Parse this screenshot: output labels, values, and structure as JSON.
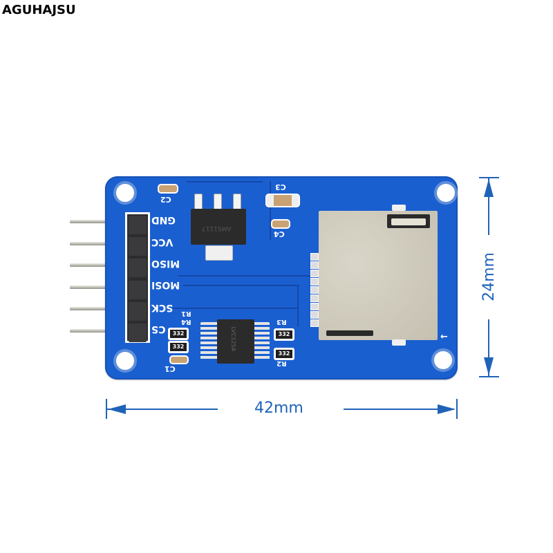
{
  "brand": {
    "label": "AGUHAJSU"
  },
  "product": {
    "type": "Micro SD card module",
    "board_color": "#1a5fd0",
    "pin_labels": [
      "GND",
      "VCC",
      "MISO",
      "MOSI",
      "SCK",
      "CS"
    ],
    "component_labels": {
      "c1": "C1",
      "c2": "C2",
      "c3": "C3",
      "c4": "C4",
      "r1": "R1",
      "r2": "R2",
      "r3": "R3",
      "r4": "R4"
    },
    "resistor_value": "332",
    "regulator_marking": "AMS1117",
    "buffer_chip_marking": "LVC125A"
  },
  "dimensions": {
    "width": "42mm",
    "height": "24mm",
    "color": "#1f63b8"
  }
}
